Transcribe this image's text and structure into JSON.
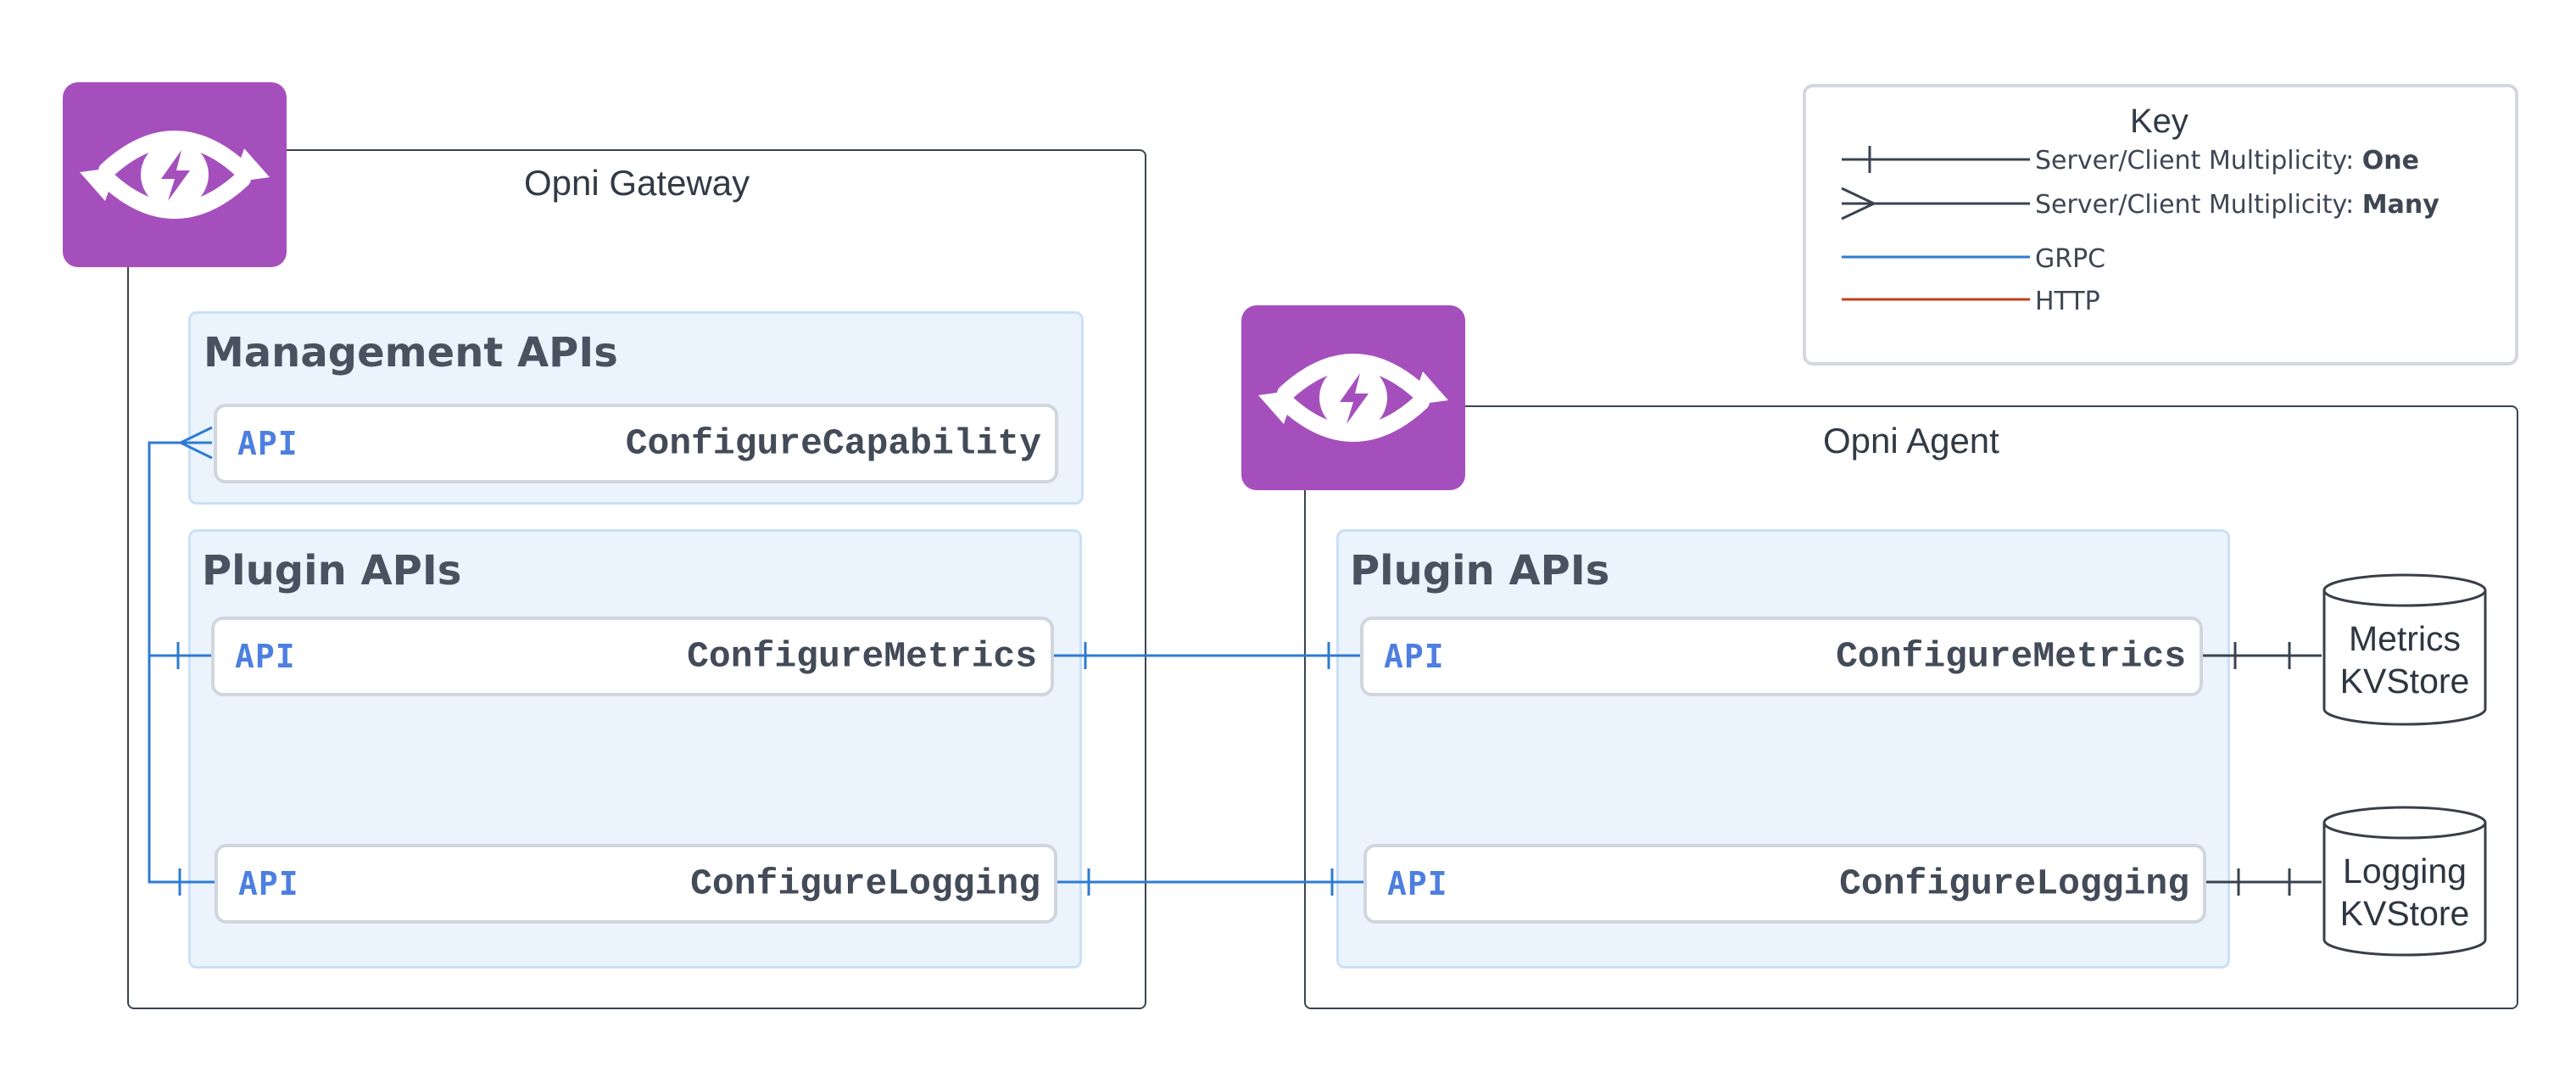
{
  "gateway": {
    "title": "Opni Gateway",
    "management_group": {
      "title": "Management APIs",
      "apis": [
        {
          "tag": "API",
          "name": "ConfigureCapability"
        }
      ]
    },
    "plugin_group": {
      "title": "Plugin APIs",
      "apis": [
        {
          "tag": "API",
          "name": "ConfigureMetrics"
        },
        {
          "tag": "API",
          "name": "ConfigureLogging"
        }
      ]
    }
  },
  "agent": {
    "title": "Opni Agent",
    "plugin_group": {
      "title": "Plugin APIs",
      "apis": [
        {
          "tag": "API",
          "name": "ConfigureMetrics"
        },
        {
          "tag": "API",
          "name": "ConfigureLogging"
        }
      ]
    },
    "stores": [
      {
        "line1": "Metrics",
        "line2": "KVStore"
      },
      {
        "line1": "Logging",
        "line2": "KVStore"
      }
    ]
  },
  "key": {
    "title": "Key",
    "entries": [
      {
        "prefix": "Server/Client Multiplicity: ",
        "emphasis": "One",
        "symbol": "one"
      },
      {
        "prefix": "Server/Client Multiplicity: ",
        "emphasis": "Many",
        "symbol": "many"
      },
      {
        "label": "GRPC",
        "color": "#2e7bd1"
      },
      {
        "label": "HTTP",
        "color": "#c5401b"
      }
    ]
  },
  "colors": {
    "logo": "#a54fbd",
    "grpc": "#2e7bd1",
    "http": "#c5401b",
    "group_fill": "#ebf3fd",
    "api_tag": "#4d7fe0"
  },
  "icons": {
    "logo": "eye-sync-lightning-icon"
  }
}
